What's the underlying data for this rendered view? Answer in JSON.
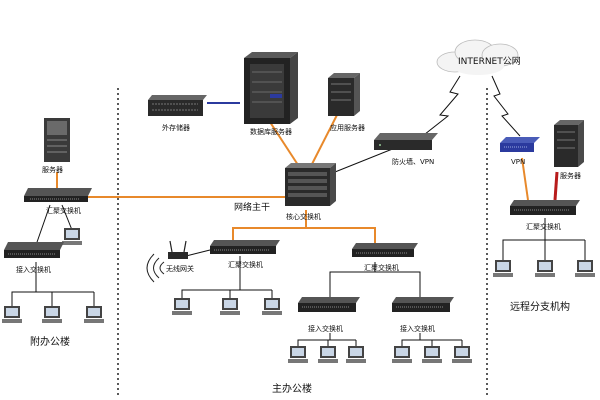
{
  "colors": {
    "orange_link": "#e8892b",
    "black_link": "#111111",
    "blue_link": "#2b3a9e",
    "red_link": "#b81c1c",
    "divider": "#222222",
    "device_dark": "#2a2a2a",
    "device_mid": "#555555",
    "screen_blue": "#c9d6e6"
  },
  "internet": {
    "label": "INTERNET公网"
  },
  "main_building": {
    "label": "主办公楼",
    "backbone_label": "网络主干",
    "core_switch_label": "核心交换机",
    "storage_label": "外存储器",
    "db_server_label": "数据库服务器",
    "app_server_label": "应用服务器",
    "firewall_label": "防火墙、VPN",
    "agg_switch_left_label": "汇聚交换机",
    "agg_switch_right_label": "汇聚交换机",
    "wireless_label": "无线网关",
    "access_switch_1_label": "接入交换机",
    "access_switch_2_label": "接入交换机"
  },
  "annex": {
    "label": "附办公楼",
    "server_label": "服务器",
    "agg_switch_label": "汇聚交换机",
    "access_switch_label": "接入交换机"
  },
  "remote_branch": {
    "label": "远程分支机构",
    "vpn_label": "VPN",
    "server_label": "服务器",
    "agg_switch_label": "汇聚交换机"
  },
  "icons": [
    "tower-server-icon",
    "rack-cabinet-icon",
    "storage-array-icon",
    "firewall-icon",
    "core-chassis-icon",
    "switch-icon",
    "desktop-pc-icon",
    "wireless-ap-icon",
    "cloud-icon",
    "lightning-link-icon"
  ]
}
